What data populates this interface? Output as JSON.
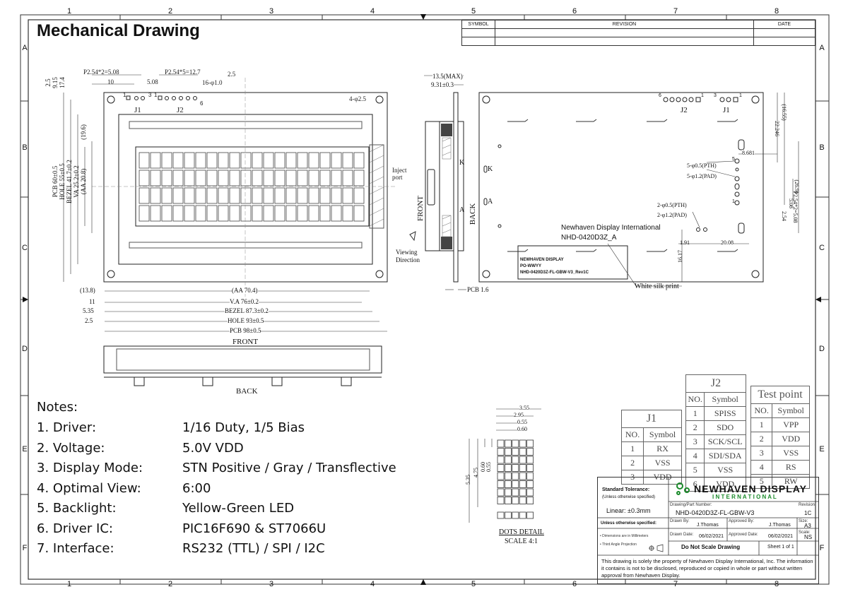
{
  "title": "Mechanical Drawing",
  "border": {
    "columns": [
      "1",
      "2",
      "3",
      "4",
      "5",
      "6",
      "7",
      "8"
    ],
    "rows": [
      "A",
      "B",
      "C",
      "D",
      "E",
      "F"
    ]
  },
  "revision_table": {
    "symbol": "SYMBOL",
    "revision": "REVISION",
    "date": "DATE"
  },
  "front": {
    "dims_top": [
      "P2.54*2=5.08",
      "P2.54*5=12.7",
      "10",
      "5.08",
      "16-φ1.0",
      "2.5",
      "4-φ2.5"
    ],
    "dims_left": [
      "2.5",
      "9.15",
      "17.4",
      "(19.6)",
      "(AA 20.8)",
      "VA 25.2±0.2",
      "BEZEL 41.7±0.2",
      "HOLE 55±0.5",
      "PCB 60±0.5"
    ],
    "dims_bottom": [
      "(13.8)",
      "11",
      "5.35",
      "2.5",
      "(AA 70.4)",
      "V.A 76±0.2",
      "BEZEL 87.3±0.2",
      "HOLE 93±0.5",
      "PCB 98±0.5"
    ],
    "j1": "J1",
    "j2": "J2",
    "pin_nums": [
      "1",
      "3",
      "1",
      "6"
    ],
    "inject_port": [
      "Inject",
      "port"
    ],
    "front_label": "FRONT",
    "back_label": "BACK"
  },
  "side": {
    "dims": [
      "13.5(MAX)",
      "9.31±0.3",
      "PCB 1.6"
    ],
    "labels": [
      "FRONT",
      "BACK",
      "K",
      "A"
    ],
    "viewing": [
      "Viewing",
      "Direction"
    ]
  },
  "back_view": {
    "j2": "J2",
    "j1": "J1",
    "pin_nums": [
      "6",
      "1",
      "3",
      "1"
    ],
    "k_label": "K",
    "a_label": "A",
    "dims": [
      "(16.55)",
      "22.246",
      "8.681",
      "(26.9)",
      "P2.54*2=5.08",
      "5.08",
      "2.54",
      "16.17",
      "1.91",
      "20.08"
    ],
    "pth5": "5-φ0.5(PTH)",
    "pad5": "5-φ1.2(PAD)",
    "pth2": "2-φ0.5(PTH)",
    "pad2": "2-φ1.2(PAD)",
    "side_nums": [
      "5",
      "1"
    ],
    "brand": "Newhaven Display International",
    "model": "NHD-0420D3Z_A",
    "label_lines": [
      "NEWHAVEN  DISPLAY",
      "PO-WWYY",
      "NHD-0420D3Z-FL-GBW-V3_Rev1C"
    ],
    "silk": "White silk print"
  },
  "notes": {
    "heading": "Notes:",
    "items": [
      {
        "key": "1. Driver:",
        "value": "1/16 Duty, 1/5 Bias"
      },
      {
        "key": "2. Voltage:",
        "value": "5.0V VDD"
      },
      {
        "key": "3. Display Mode:",
        "value": "STN Positive / Gray / Transflective"
      },
      {
        "key": "4. Optimal View:",
        "value": "6:00"
      },
      {
        "key": "5. Backlight:",
        "value": "Yellow-Green LED"
      },
      {
        "key": "6. Driver IC:",
        "value": "PIC16F690 & ST7066U"
      },
      {
        "key": "7. Interface:",
        "value": "RS232 (TTL) / SPI / I2C"
      }
    ]
  },
  "dots_detail": {
    "dims": [
      "3.55",
      "2.95",
      "0.55",
      "0.60",
      "0.55",
      "0.60",
      "4.75",
      "5.35"
    ],
    "title": "DOTS DETAIL",
    "scale": "SCALE 4:1"
  },
  "j1_table": {
    "title": "J1",
    "headers": [
      "NO.",
      "Symbol"
    ],
    "rows": [
      [
        "1",
        "RX"
      ],
      [
        "2",
        "VSS"
      ],
      [
        "3",
        "VDD"
      ]
    ]
  },
  "j2_table": {
    "title": "J2",
    "headers": [
      "NO.",
      "Symbol"
    ],
    "rows": [
      [
        "1",
        "SPISS"
      ],
      [
        "2",
        "SDO"
      ],
      [
        "3",
        "SCK/SCL"
      ],
      [
        "4",
        "SDI/SDA"
      ],
      [
        "5",
        "VSS"
      ],
      [
        "6",
        "VDD"
      ]
    ]
  },
  "tp_table": {
    "title": "Test point",
    "headers": [
      "NO.",
      "Symbol"
    ],
    "rows": [
      [
        "1",
        "VPP"
      ],
      [
        "2",
        "VDD"
      ],
      [
        "3",
        "VSS"
      ],
      [
        "4",
        "RS"
      ],
      [
        "5",
        "RW"
      ]
    ]
  },
  "title_block": {
    "std_tol": "Standard Tolerance:",
    "unless": "(Unless otherwise specified)",
    "linear": "Linear:  ±0.3mm",
    "logo_top": "NEWHAVEN DISPLAY",
    "logo_bottom": "I N T E R N A T I O N A L",
    "part_label": "Drawing/Part Number:",
    "part": "NHD-0420D3Z-FL-GBW-V3",
    "rev_label": "Revision:",
    "rev": "1C",
    "unless_spec": "Unless otherwise specified:",
    "dims_mm": "• Dimensions are in Millimeters",
    "third_angle": "• Third Angle Projection",
    "drawn_by_label": "Drawn By:",
    "drawn_by": "J.Thomas",
    "approved_by_label": "Approved By:",
    "approved_by": "J.Thomas",
    "size_label": "Size:",
    "size": "A3",
    "drawn_date_label": "Drawn Date:",
    "drawn_date": "06/02/2021",
    "approved_date_label": "Approved Date:",
    "approved_date": "06/02/2021",
    "scale_label": "Scale:",
    "scale": "NS",
    "no_scale": "Do Not Scale Drawing",
    "sheet": "Sheet 1 of 1",
    "disclaimer": "This drawing is solely the property of Newhaven Display International, Inc. The information it contains is not to be disclosed, reproduced or copied in whole or part without written approval from Newhaven Display.",
    "accent": "#1a8a2a"
  }
}
